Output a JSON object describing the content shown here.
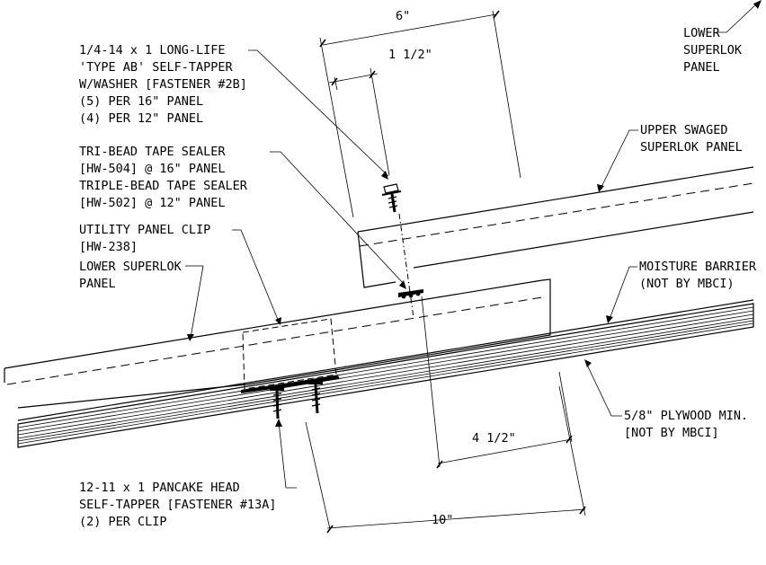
{
  "labels": {
    "fastener_2b": [
      "1/4-14 x 1 LONG-LIFE",
      "'TYPE AB' SELF-TAPPER",
      "W/WASHER [FASTENER #2B]",
      "(5) PER 16\" PANEL",
      "(4) PER 12\" PANEL"
    ],
    "tape_sealer": [
      "TRI-BEAD TAPE SEALER",
      "[HW-504] @ 16\" PANEL",
      "TRIPLE-BEAD TAPE SEALER",
      "[HW-502] @ 12\" PANEL"
    ],
    "utility_clip": [
      "UTILITY PANEL CLIP",
      "[HW-238]"
    ],
    "lower_panel_left": [
      "LOWER SUPERLOK",
      "PANEL"
    ],
    "lower_panel_top": [
      "LOWER",
      "SUPERLOK",
      "PANEL"
    ],
    "upper_panel": [
      "UPPER SWAGED",
      "SUPERLOK PANEL"
    ],
    "moisture_barrier": [
      "MOISTURE BARRIER",
      "(NOT BY MBCI)"
    ],
    "plywood": [
      "5/8\" PLYWOOD MIN.",
      "[NOT BY MBCI]"
    ],
    "fastener_13a": [
      "12-11 x 1 PANCAKE HEAD",
      "SELF-TAPPER [FASTENER #13A]",
      "(2) PER CLIP"
    ]
  },
  "dimensions": {
    "six": "6\"",
    "one_half": "1 1/2\"",
    "four_half": "4 1/2\"",
    "ten": "10\""
  }
}
